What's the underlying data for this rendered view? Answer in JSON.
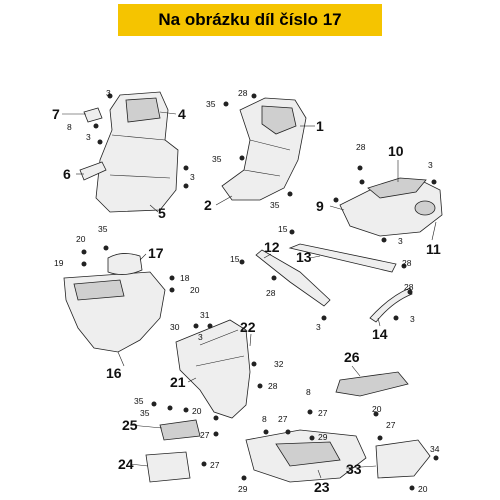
{
  "banner": {
    "text": "Na obrázku díl číslo 17",
    "color": "#f5c400"
  },
  "callouts": {
    "c1": "1",
    "c2": "2",
    "c3": "3",
    "c4": "4",
    "c5": "5",
    "c6": "6",
    "c7": "7",
    "c8": "8",
    "c9": "9",
    "c10": "10",
    "c11": "11",
    "c12": "12",
    "c13": "13",
    "c14": "14",
    "c15": "15",
    "c16": "16",
    "c17": "17",
    "c18": "18",
    "c19": "19",
    "c20": "20",
    "c21": "21",
    "c22": "22",
    "c23": "23",
    "c24": "24",
    "c25": "25",
    "c26": "26",
    "c27": "27",
    "c28": "28",
    "c29": "29",
    "c30": "30",
    "c31": "31",
    "c32": "32",
    "c33": "33",
    "c34": "34",
    "c35": "35"
  }
}
